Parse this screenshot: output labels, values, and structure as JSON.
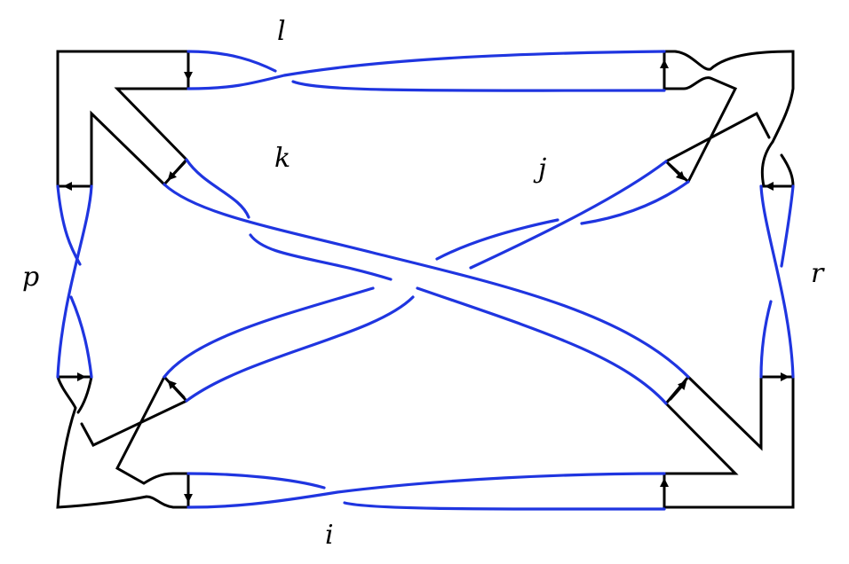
{
  "diagram": {
    "labels": {
      "l": "l",
      "k": "k",
      "j": "j",
      "p": "p",
      "r": "r",
      "i": "i"
    },
    "colors": {
      "frame": "#000000",
      "strand": "#1f35e0"
    }
  }
}
